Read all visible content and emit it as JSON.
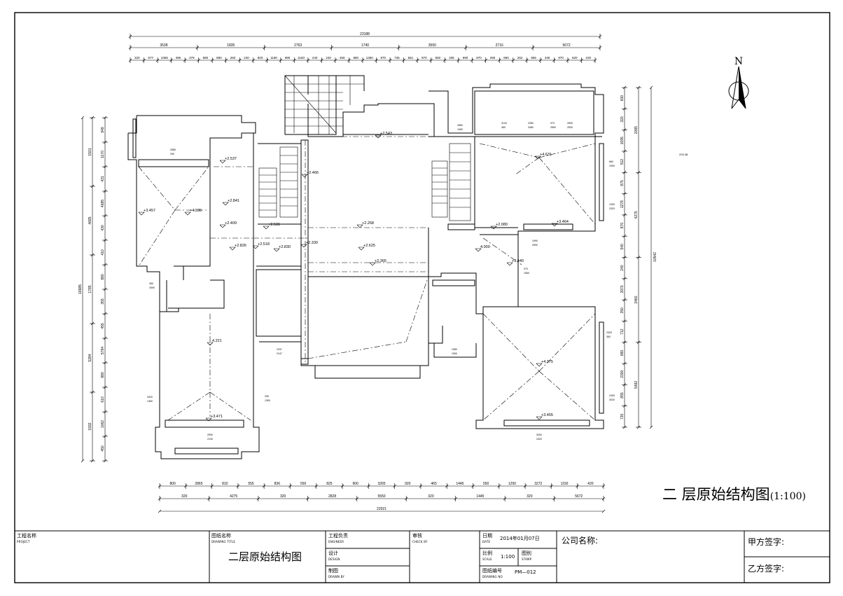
{
  "drawing": {
    "title": "二  层原始结构图",
    "scale_suffix": "(1:100)",
    "north": "N",
    "top_total": "23188",
    "top_row1": [
      "3538",
      "1835",
      "2763",
      "1740",
      "3550",
      "2716",
      "5672"
    ],
    "top_row2": [
      "320",
      "677",
      "2365",
      "496",
      "379",
      "680",
      "890",
      "260",
      "240",
      "603",
      "1180",
      "980",
      "1160",
      "240",
      "240",
      "450",
      "880",
      "1350",
      "870",
      "735",
      "561",
      "870",
      "550",
      "335",
      "690",
      "870",
      "290",
      "860",
      "262",
      "865",
      "345",
      "870",
      "620",
      "100"
    ],
    "bottom_row1": [
      "800",
      "2865",
      "810",
      "555",
      "836",
      "550",
      "825",
      "900",
      "3265",
      "920",
      "465",
      "1445",
      "550",
      "1250",
      "3272",
      "1150",
      "420"
    ],
    "bottom_row2": [
      "320",
      "4275",
      "320",
      "2828",
      "5550",
      "320",
      "1445",
      "320",
      "5672"
    ],
    "bottom_total": "22021",
    "left_outer": "16985",
    "left_mid": [
      "1501",
      "4685",
      "1785",
      "5284",
      "1932"
    ],
    "left_inner": [
      "949",
      "1170",
      "431",
      "4685",
      "430",
      "410",
      "880",
      "355",
      "455",
      "5794",
      "880",
      "610",
      "1062",
      "450"
    ],
    "right_total": "10542",
    "right_mid": [
      "2095",
      "4275",
      "3460",
      "5482"
    ],
    "right_inner": [
      "600",
      "320",
      "1695",
      "512",
      "875",
      "1278",
      "870",
      "540",
      "240",
      "2970",
      "350",
      "712",
      "880",
      "2300",
      "855",
      "730"
    ],
    "elevations": [
      "+2.543",
      "+2.537",
      "+2.466",
      "+2.841",
      "+3.457",
      "+4.335",
      "+2.409",
      "+2.531",
      "+2.268",
      "+2.826",
      "+2.518",
      "+2.830",
      "+2.330",
      "+2.625",
      "+2.365",
      "+4.631",
      "+2.080",
      "+3.464",
      "4.000",
      "+3.440",
      "4.221",
      "+3.471",
      "+4.375",
      "+3.455"
    ],
    "tags": [
      "2585",
      "290",
      "3120",
      "360",
      "2280",
      "3480",
      "970",
      "2550",
      "2590",
      "2530",
      "2560",
      "1990",
      "660",
      "1990",
      "1390",
      "2320",
      "1990",
      "2590",
      "970",
      "1960",
      "360",
      "2590",
      "2320",
      "360",
      "3420",
      "1360",
      "290",
      "1350",
      "2490",
      "3020",
      "2237",
      "2147",
      "1980",
      "1990",
      "2590",
      "2130",
      "3000",
      "2320"
    ],
    "misc": "225.38"
  },
  "title_block": {
    "project_cn": "工程名称",
    "project_en": "PROJECT",
    "drawing_title_cn": "图纸名称",
    "drawing_title_en": "DRAWING TITLE",
    "drawing_name": "二层原始结构图",
    "engineer_cn": "工程负责",
    "engineer_en": "ENGINEER",
    "design_cn": "设计",
    "design_en": "DESIGN",
    "drawn_cn": "制图",
    "drawn_en": "DRAWN BY",
    "check_cn": "审核",
    "check_en": "CHECK BY",
    "date_cn": "日期",
    "date_en": "DATE",
    "date_value": "2014年01月07日",
    "scale_cn": "比例",
    "scale_en": "SCALE",
    "scale_value": "1:100",
    "stamp_cn": "图别",
    "stamp_en": "STAMP",
    "drawing_no_cn": "图纸编号",
    "drawing_no_en": "DRAWING NO",
    "drawing_no_value": "PM—012",
    "company_label": "公司名称:",
    "party_a_label": "甲方签字:",
    "party_b_label": "乙方签字:"
  }
}
